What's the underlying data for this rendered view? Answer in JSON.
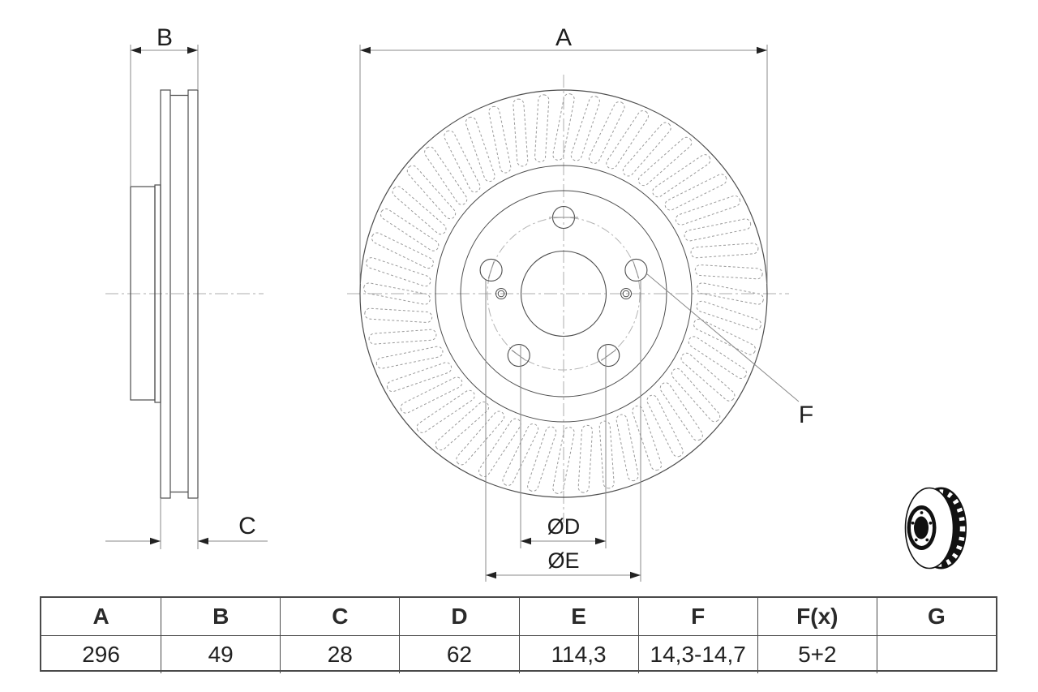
{
  "drawing": {
    "dim_a_label": "A",
    "dim_b_label": "B",
    "dim_c_label": "C",
    "dim_f_label": "F",
    "dim_d_label": "ØD",
    "dim_e_label": "ØE"
  },
  "spec_table": {
    "columns": [
      "A",
      "B",
      "C",
      "D",
      "E",
      "F",
      "F(x)",
      "G"
    ],
    "values": [
      "296",
      "49",
      "28",
      "62",
      "114,3",
      "14,3-14,7",
      "5+2",
      ""
    ]
  },
  "icons": {
    "pictogram": "vented-brake-disc-3d"
  },
  "colors": {
    "outline": "#4d4d4d",
    "slot_dash": "#999999",
    "centerline": "#adadad",
    "dimension_line": "#8a8a8a",
    "arrowhead": "#222222",
    "label_text": "#1d1d1d",
    "table_border": "#4a4a4a",
    "pictogram_ink": "#111111"
  }
}
